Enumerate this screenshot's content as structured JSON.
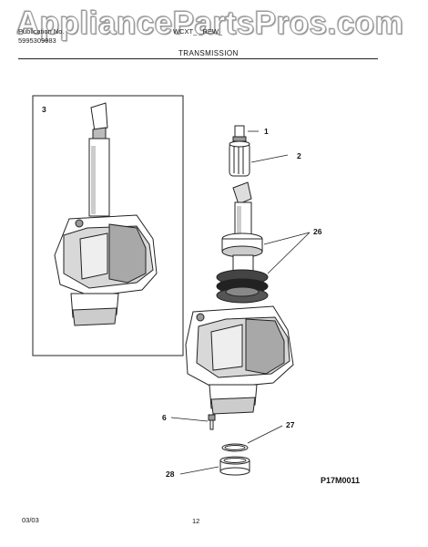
{
  "header": {
    "pub_label": "Publication No.",
    "pub_number": "5995309983",
    "model": "WCXT_ _REW_",
    "watermark": "AppliancePartsPros.com",
    "section_title": "TRANSMISSION"
  },
  "callouts": {
    "c1": "1",
    "c2": "2",
    "c3": "3",
    "c6": "6",
    "c26": "26",
    "c27": "27",
    "c28": "28"
  },
  "diagram_code": "P17M0011",
  "footer": {
    "date": "03/03",
    "page": "12"
  }
}
